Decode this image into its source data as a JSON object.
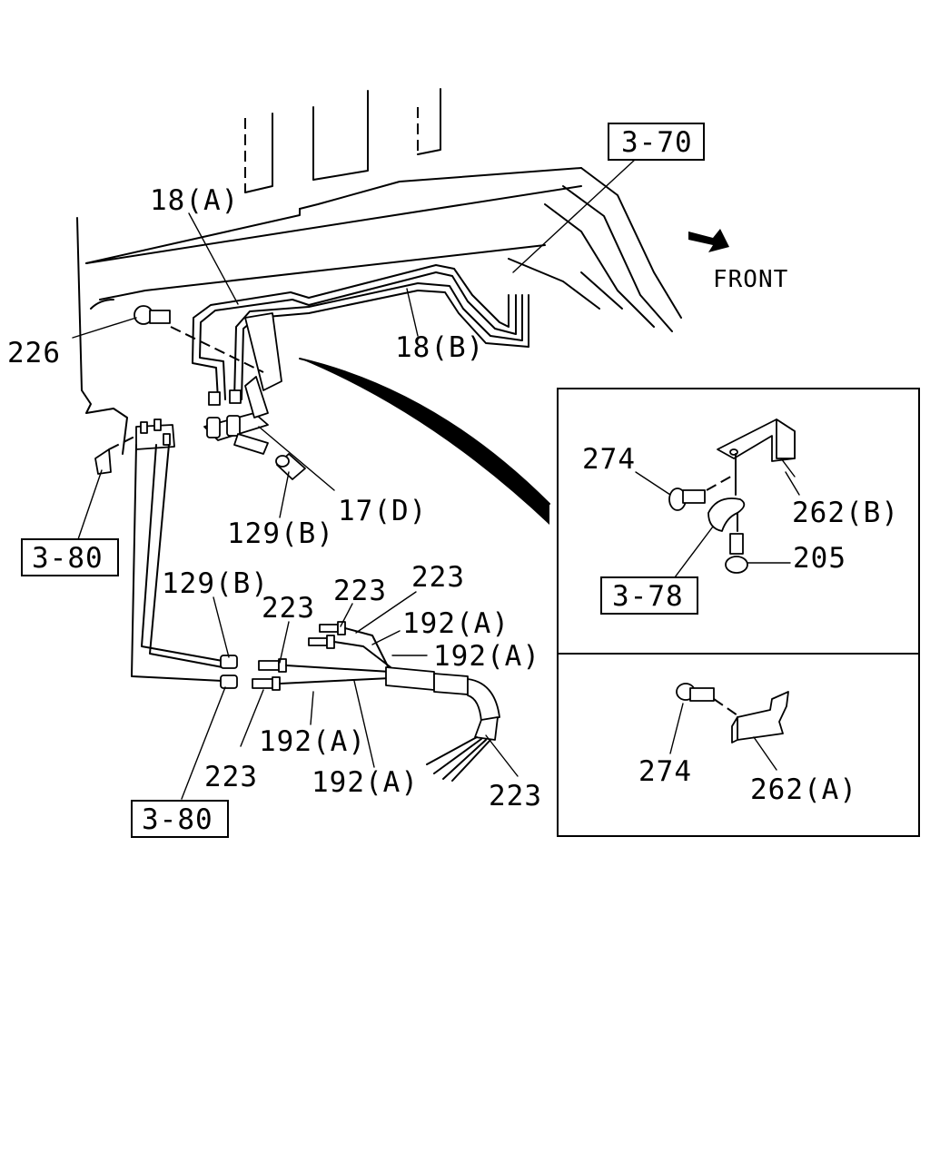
{
  "labels": {
    "ref_3_70": "3-70",
    "front": "FRONT",
    "p18a": "18(A)",
    "p18b": "18(B)",
    "p226": "226",
    "p17d": "17(D)",
    "p129b_upper": "129(B)",
    "ref_3_80_upper": "3-80",
    "p129b_lower": "129(B)",
    "p223_a": "223",
    "p223_b": "223",
    "p223_c": "223",
    "p192a_a": "192(A)",
    "p192a_b": "192(A)",
    "p192a_c": "192(A)",
    "p192a_d": "192(A)",
    "p223_d": "223",
    "p223_e": "223",
    "ref_3_80_lower": "3-80",
    "inset_p274_top": "274",
    "inset_p262b": "262(B)",
    "inset_p205": "205",
    "inset_ref_3_78": "3-78",
    "inset_p274_bottom": "274",
    "inset_p262a": "262(A)"
  }
}
